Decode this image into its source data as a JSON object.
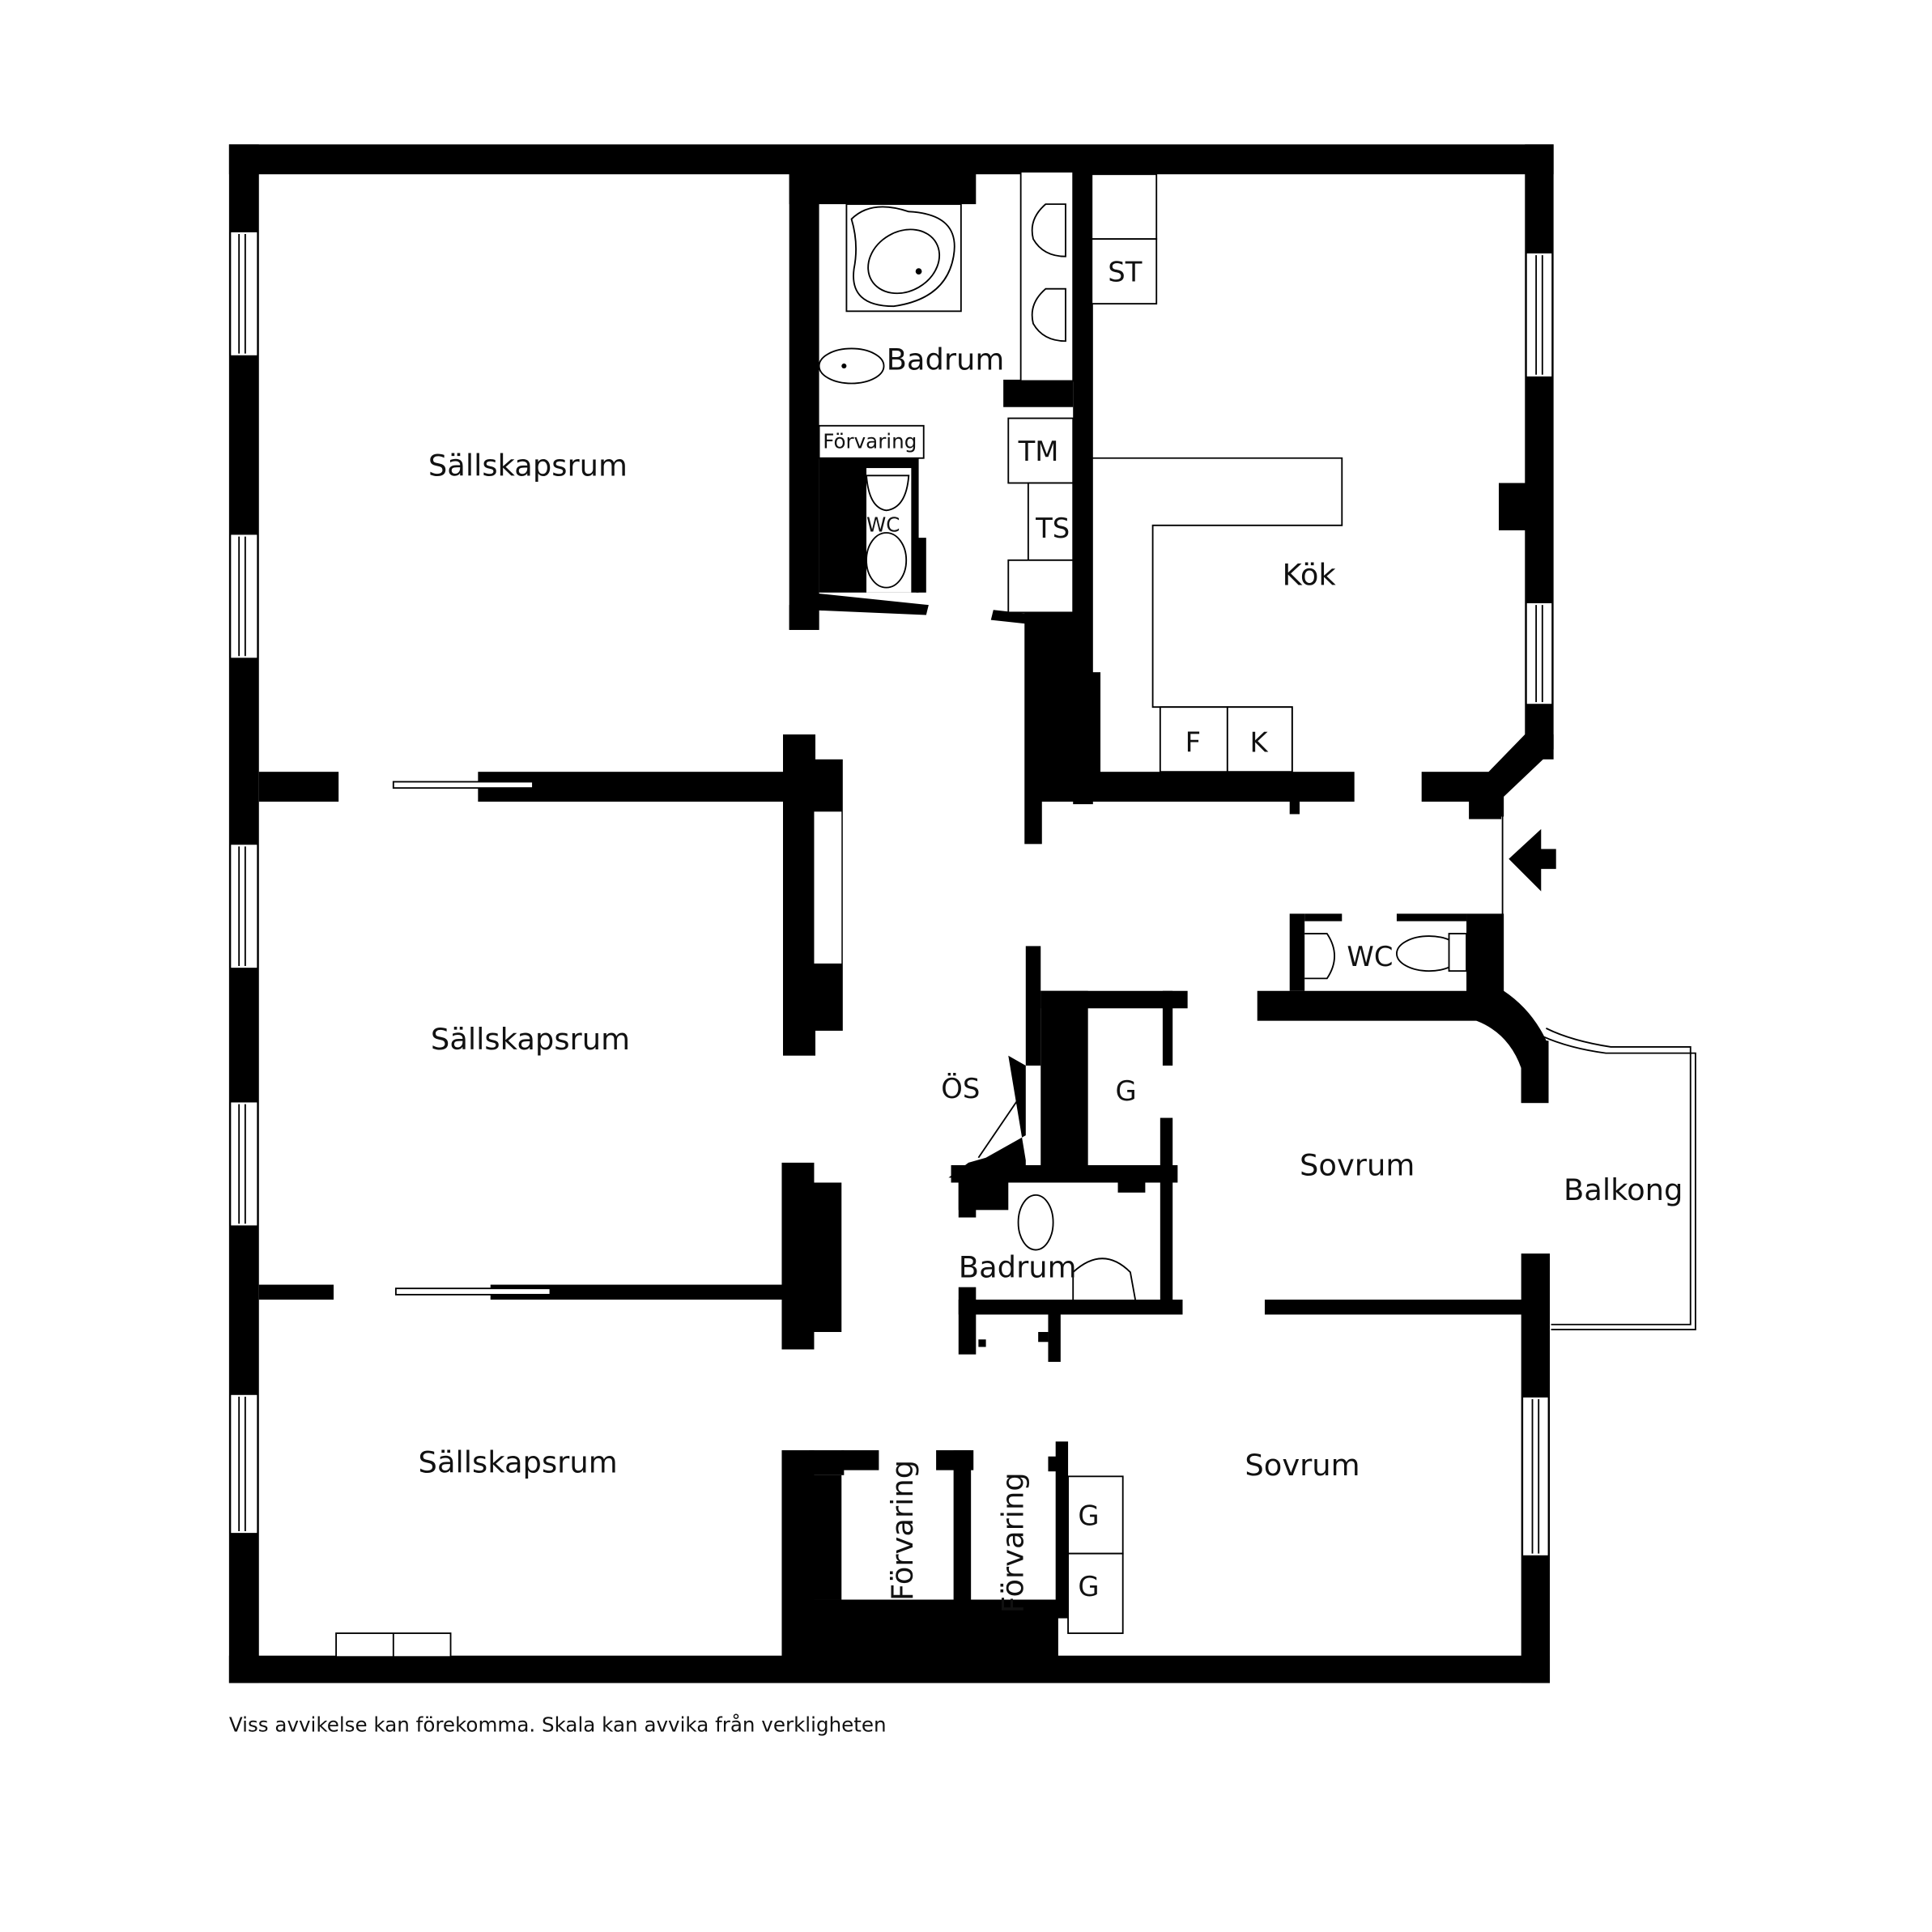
{
  "plan": {
    "colors": {
      "wall": "#000000",
      "background": "#ffffff",
      "text": "#111111"
    },
    "rooms": {
      "living_top": "Sällskapsrum",
      "living_mid": "Sällskapsrum",
      "living_bottom": "Sällskapsrum",
      "bath_main": "Badrum",
      "bath_storage": "Förvaring",
      "bath_wc": "WC",
      "laundry_tm": "TM",
      "laundry_ts": "TS",
      "kitchen_st": "ST",
      "kitchen": "Kök",
      "kitchen_f": "F",
      "kitchen_k": "K",
      "hall_wc": "WC",
      "os": "ÖS",
      "closet_g_top": "G",
      "bath_small": "Badrum",
      "bedroom_top": "Sovrum",
      "balcony": "Balkong",
      "storage_1": "Förvaring",
      "storage_2": "Förvaring",
      "bedroom_bottom": "Sovrum",
      "closet_g_1": "G",
      "closet_g_2": "G"
    },
    "icons": {
      "entrance": "entrance-arrow-icon"
    },
    "caption": "Viss avvikelse kan förekomma. Skala kan avvika från verkligheten"
  }
}
